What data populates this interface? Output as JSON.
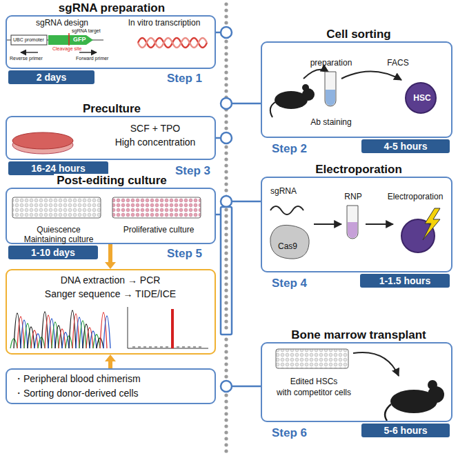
{
  "diagram": {
    "nodes": [
      {
        "text": [
          "sgRNA preparation",
          "sgRNA design",
          "In vitro transcription",
          "2 days",
          "Step 1"
        ]
      },
      {
        "text": [
          "Cell sorting",
          "preparation",
          "Ab staining",
          "FACS",
          "HSC",
          "Step 2",
          "4-5 hours"
        ]
      },
      {
        "text": [
          "Preculture",
          "SCF + TPO",
          "High concentration",
          "16-24 hours",
          "Step 3"
        ]
      },
      {
        "text": [
          "Electroporation",
          "sgRNA",
          "RNP",
          "Electroporation",
          "Cas9",
          "Step 4",
          "1-1.5 hours"
        ]
      },
      {
        "text": [
          "Post-editing culture",
          "Quiescence",
          "Maintaining culture",
          "Proliferative culture",
          "1-10 days",
          "Step 5"
        ]
      },
      {
        "text": [
          "Bone marrow transplant",
          "Edited HSCs",
          "with competitor cells",
          "Step 6",
          "5-6 hours"
        ]
      },
      {
        "text": [
          "DNA extraction → PCR",
          "Sanger sequence → TIDE/ICE"
        ]
      },
      {
        "text": [
          "・Peripheral blood chimerism",
          "・Sorting donor-derived cells"
        ]
      }
    ],
    "edges": [
      {
        "from": 4,
        "to": 6,
        "arrow": "to"
      },
      {
        "from": 7,
        "to": 6,
        "arrow": "to"
      }
    ],
    "labels": [
      "sgRNA target",
      "UBC promoter",
      "GFP",
      "Cleavage site",
      "Reverse primer",
      "Forward primer"
    ]
  }
}
